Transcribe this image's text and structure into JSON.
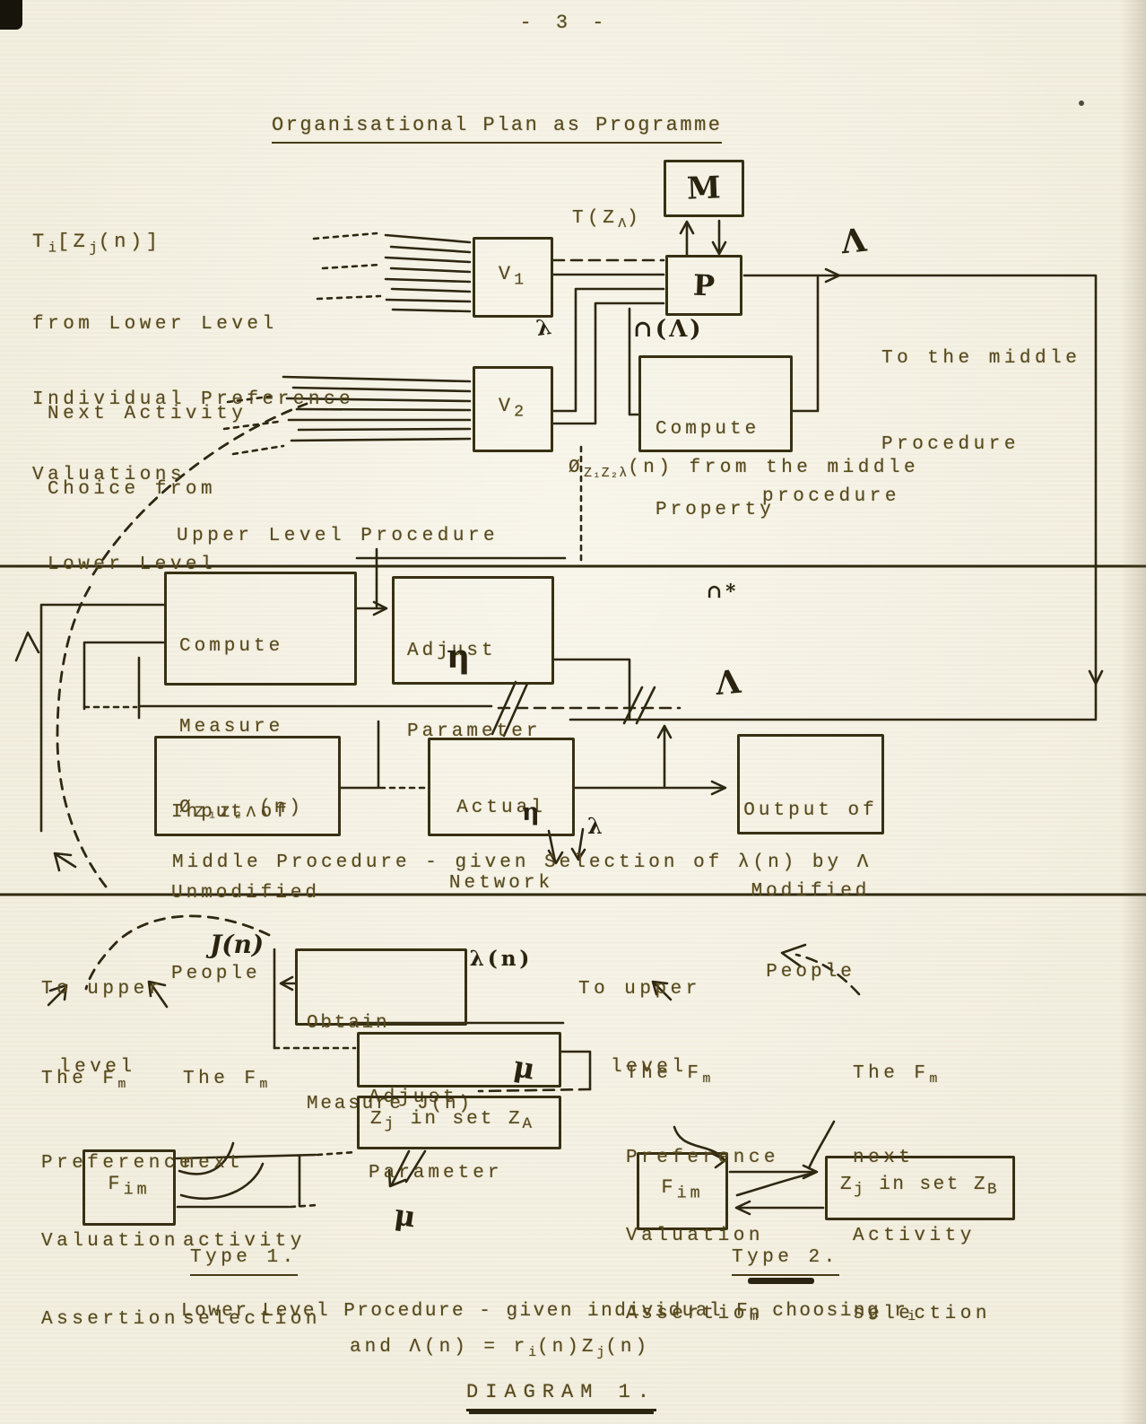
{
  "page": {
    "number": "- 3 -",
    "title": "Organisational Plan as Programme"
  },
  "upper": {
    "formula": "T_{i}[Z_{j}(n)]",
    "note1": [
      "from Lower Level",
      "Individual Preference",
      "Valuations"
    ],
    "note2": [
      "Next Activity",
      "Choice from",
      "Lower Level"
    ],
    "v1": "V_{1}",
    "v2": "V_{2}",
    "m": "M",
    "p": "P",
    "t_label": "T(Z_{Λ})",
    "omega_label": "∩(Λ)",
    "compute_property": [
      "Compute",
      "Property",
      "∩*"
    ],
    "lambda_out": "Λ",
    "lambda_v": "λ",
    "to_middle": [
      "To the middle",
      "Procedure"
    ],
    "phi_note": [
      "Ø_{Z₁Z₂λ}(n) from the middle",
      "procedure"
    ],
    "section_label": "Upper Level Procedure"
  },
  "middle": {
    "compute_measure": [
      "Compute",
      "Measure",
      "Ø_{Z₁Z₂Λ}(n)"
    ],
    "adjust_parameter": [
      "Adjust",
      "Parameter"
    ],
    "eta": "η",
    "lambda_feed": "Λ",
    "input_box": [
      "Input of",
      "Unmodified",
      "People"
    ],
    "network_box": [
      "Actual",
      "Network",
      "λ(n)"
    ],
    "output_box": [
      "Output of",
      "Modified",
      "People"
    ],
    "eta_small": "η",
    "lambda_small": "λ",
    "caption": "Middle Procedure - given Selection of λ(n) by Λ"
  },
  "lower": {
    "left": {
      "to_upper": [
        "To upper",
        "level"
      ],
      "j_label": "J(n)",
      "obtain_box": [
        "Obtain",
        "Measure J(n)"
      ],
      "adjust_box": [
        "Adjust",
        "Parameter"
      ],
      "mu": "μ",
      "mu2": "μ",
      "zset_box": "Z_{j} in set Z_{A}",
      "col1": [
        "The F_{m}",
        "Preference",
        "Valuation",
        "Assertion"
      ],
      "col2": [
        "The F_{m}",
        "next",
        "activity",
        "selection"
      ],
      "fim": "F_{im}",
      "type_label": "Type 1."
    },
    "right": {
      "to_upper": [
        "To upper",
        "level"
      ],
      "col1": [
        "The F_{m}",
        "Preference",
        "Valuation",
        "Assertion"
      ],
      "col2": [
        "The F_{m}",
        "next",
        "Activity",
        "selection"
      ],
      "fim": "F_{im}",
      "zset_box": "Z_{j} in set Z_{B}",
      "type_label": "Type 2."
    },
    "caption_line1": "Lower Level Procedure - given individual F_{m} choosing r_{i}",
    "caption_line2": "and Λ(n) = r_{i}(n)Z_{j}(n)",
    "diagram_label": "DIAGRAM 1."
  }
}
